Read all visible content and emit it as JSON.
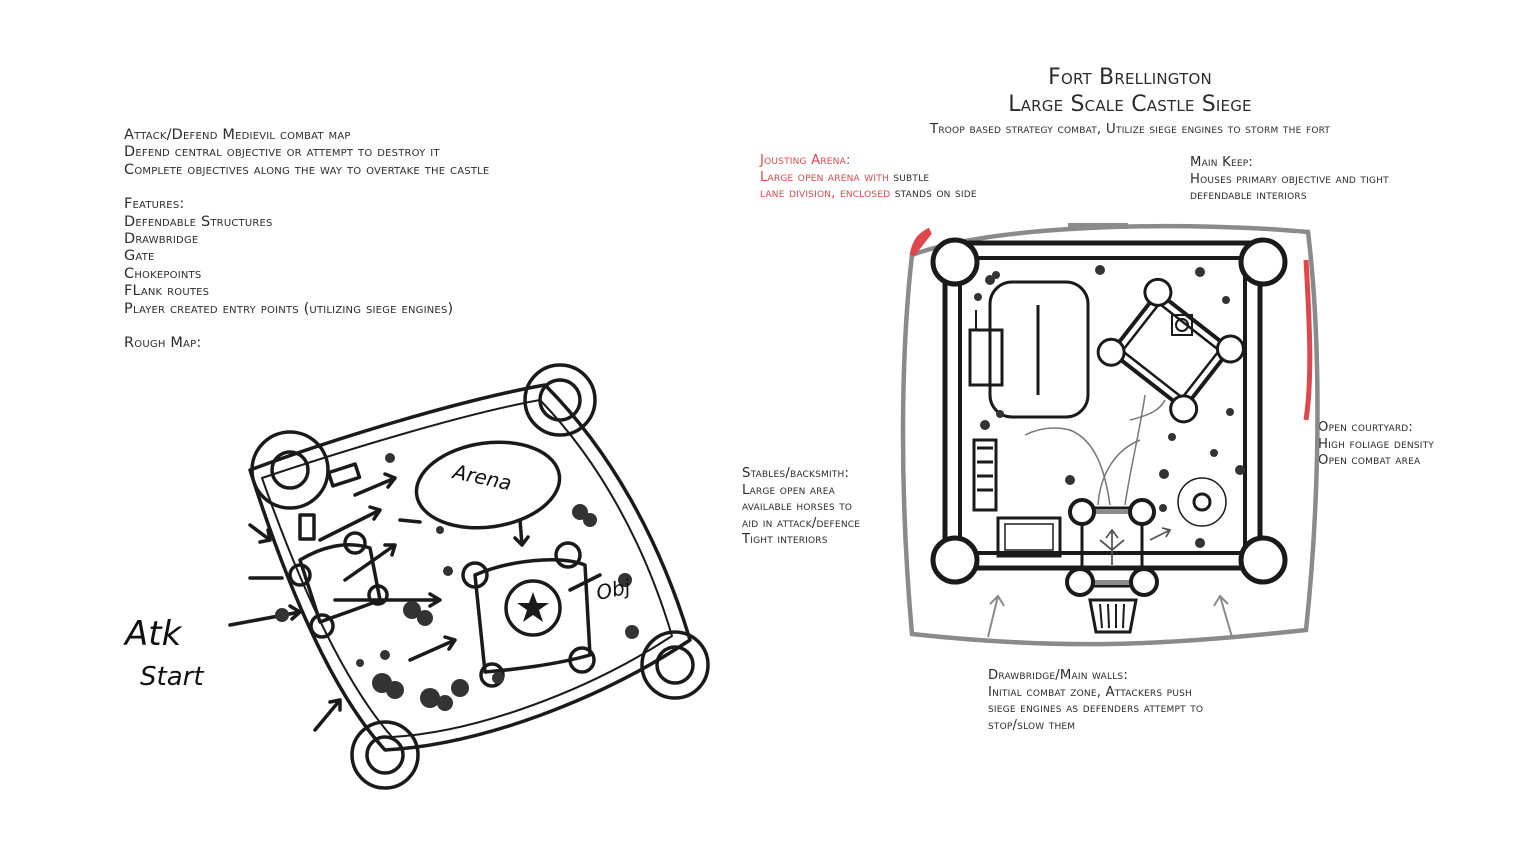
{
  "notes": {
    "intro": [
      "Attack/Defend Medievil combat map",
      "Defend central objective or attempt to destroy it",
      "Complete objectives along the way to overtake the castle"
    ],
    "features_heading": "Features:",
    "features": [
      "Defendable Structures",
      "Drawbridge",
      "Gate",
      "Chokepoints",
      "FLank routes",
      "Player created entry points (utilizing siege engines)"
    ],
    "rough_map_heading": "Rough Map:"
  },
  "rough_map": {
    "arena_label": "Arena",
    "objective_label": "Obj",
    "attack_start_line1": "Atk",
    "attack_start_line2": "Start"
  },
  "title": {
    "name": "Fort Brellington",
    "subtitle": "Large Scale Castle Siege",
    "tagline": "Troop based strategy combat, Utilize siege engines to storm the fort"
  },
  "labels": {
    "jousting": {
      "heading": "Jousting Arena:",
      "line1_red": "Large open arena with",
      "line1_black": " subtle",
      "line2_red": "lane division, enclosed",
      "line2_black": " stands on side"
    },
    "keep": {
      "heading": "Main Keep:",
      "lines": [
        "Houses primary objective and tight",
        "defendable interiors"
      ]
    },
    "stables": {
      "heading": "Stables/backsmith:",
      "lines": [
        "Large open area",
        "available horses to",
        "aid in attack/defence",
        "Tight interiors"
      ]
    },
    "courtyard": {
      "heading": "Open courtyard:",
      "lines": [
        "High foliage density",
        "Open combat area"
      ]
    },
    "drawbridge": {
      "heading": "Drawbridge/Main walls:",
      "lines": [
        "Initial combat zone, Attackers push",
        "siege engines as defenders attempt to",
        "stop/slow them"
      ]
    }
  },
  "colors": {
    "accent_red": "#e0474c",
    "ink": "#1a1a1a",
    "wall_gray": "#8a8a8a"
  }
}
